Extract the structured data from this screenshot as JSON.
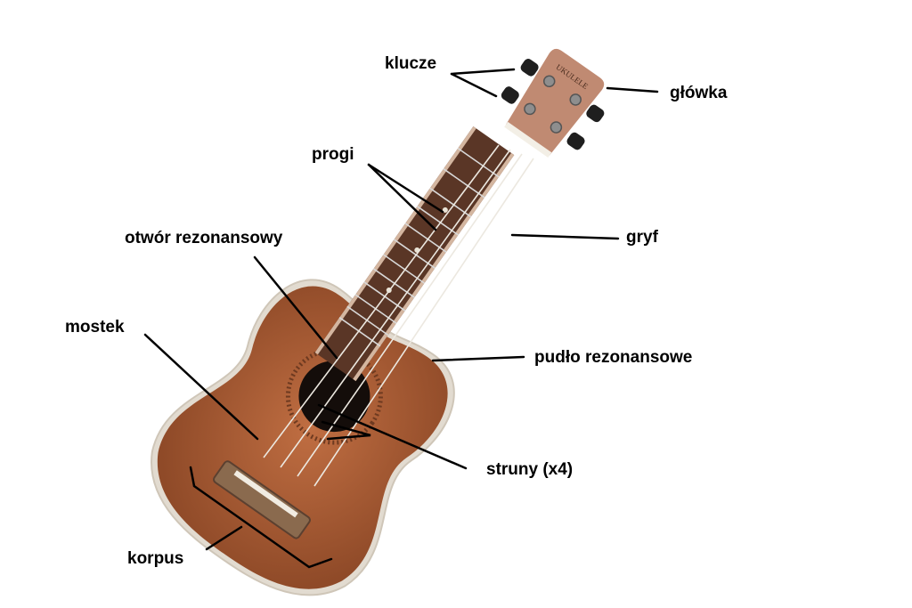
{
  "diagram": {
    "labels": {
      "klucze": "klucze",
      "glowka": "główka",
      "progi": "progi",
      "gryf": "gryf",
      "otwor": "otwór rezonansowy",
      "mostek": "mostek",
      "pudlo": "pudło rezonansowe",
      "struny": "struny (x4)",
      "korpus": "korpus"
    },
    "headstock_logo": "UKULELE",
    "colors": {
      "body": "#b0633a",
      "body_dark": "#8a4526",
      "fretboard": "#5a3626",
      "headstock": "#c08a72",
      "strings": "#ece8e0",
      "binding": "#d9d0c4",
      "leader_lines": "#000000"
    },
    "fret_count": 12,
    "string_count": 4,
    "tuner_count": 4
  }
}
